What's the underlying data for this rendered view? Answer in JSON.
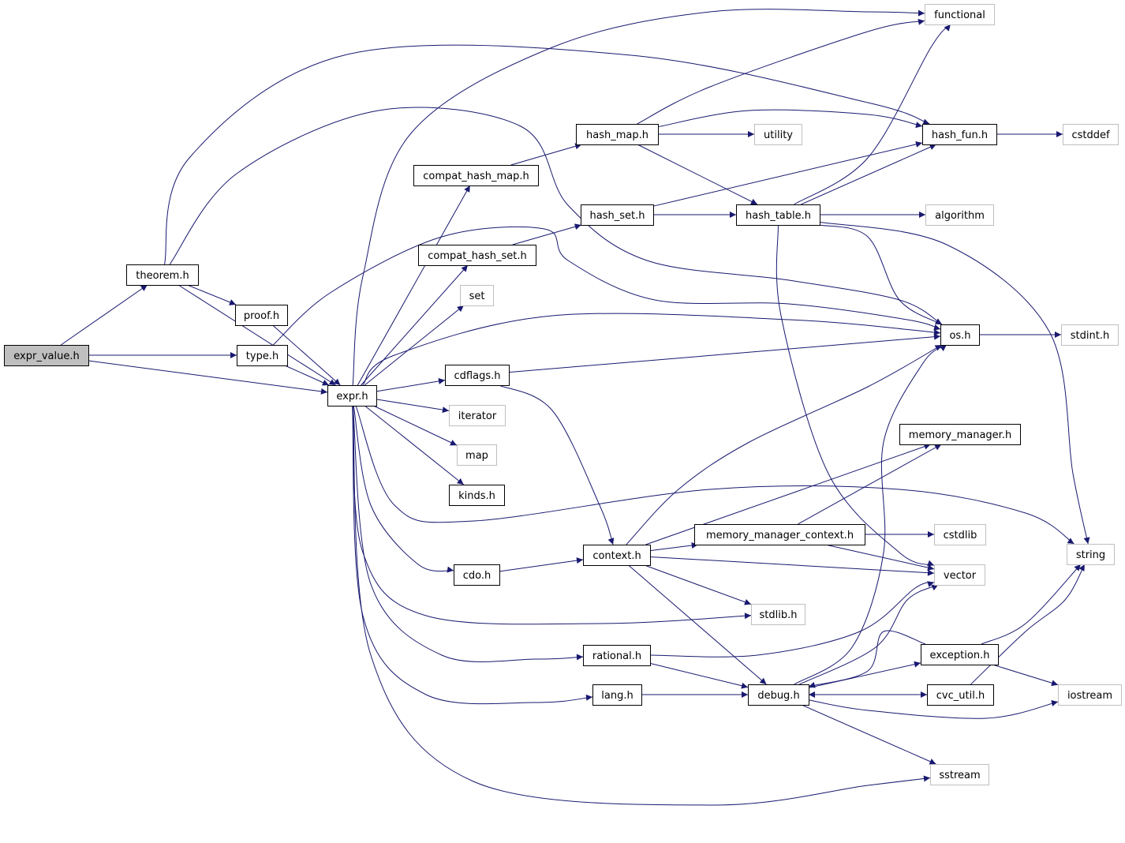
{
  "graph": {
    "type": "include-dependency-graph",
    "colors": {
      "edge": "#191970",
      "documented_border": "#000000",
      "external_border": "#bfbfbf",
      "root_fill": "#bfbfbf",
      "node_fill": "#ffffff"
    },
    "root": "expr_value.h",
    "nodes": [
      {
        "id": "expr_value",
        "label": "expr_value.h",
        "kind": "root"
      },
      {
        "id": "theorem",
        "label": "theorem.h",
        "kind": "documented"
      },
      {
        "id": "proof",
        "label": "proof.h",
        "kind": "documented"
      },
      {
        "id": "type",
        "label": "type.h",
        "kind": "documented"
      },
      {
        "id": "expr",
        "label": "expr.h",
        "kind": "documented"
      },
      {
        "id": "compat_hash_map",
        "label": "compat_hash_map.h",
        "kind": "documented"
      },
      {
        "id": "compat_hash_set",
        "label": "compat_hash_set.h",
        "kind": "documented"
      },
      {
        "id": "set",
        "label": "set",
        "kind": "external"
      },
      {
        "id": "cdflags",
        "label": "cdflags.h",
        "kind": "documented"
      },
      {
        "id": "iterator",
        "label": "iterator",
        "kind": "external"
      },
      {
        "id": "map",
        "label": "map",
        "kind": "external"
      },
      {
        "id": "kinds",
        "label": "kinds.h",
        "kind": "documented"
      },
      {
        "id": "cdo",
        "label": "cdo.h",
        "kind": "documented"
      },
      {
        "id": "context",
        "label": "context.h",
        "kind": "documented"
      },
      {
        "id": "rational",
        "label": "rational.h",
        "kind": "documented"
      },
      {
        "id": "lang",
        "label": "lang.h",
        "kind": "documented"
      },
      {
        "id": "hash_map",
        "label": "hash_map.h",
        "kind": "documented"
      },
      {
        "id": "hash_set",
        "label": "hash_set.h",
        "kind": "documented"
      },
      {
        "id": "utility",
        "label": "utility",
        "kind": "external"
      },
      {
        "id": "hash_table",
        "label": "hash_table.h",
        "kind": "documented"
      },
      {
        "id": "functional",
        "label": "functional",
        "kind": "external"
      },
      {
        "id": "hash_fun",
        "label": "hash_fun.h",
        "kind": "documented"
      },
      {
        "id": "cstddef",
        "label": "cstddef",
        "kind": "external"
      },
      {
        "id": "algorithm",
        "label": "algorithm",
        "kind": "external"
      },
      {
        "id": "os",
        "label": "os.h",
        "kind": "documented"
      },
      {
        "id": "stdint",
        "label": "stdint.h",
        "kind": "external"
      },
      {
        "id": "memory_manager",
        "label": "memory_manager.h",
        "kind": "documented"
      },
      {
        "id": "memory_manager_context",
        "label": "memory_manager_context.h",
        "kind": "documented"
      },
      {
        "id": "cstdlib",
        "label": "cstdlib",
        "kind": "external"
      },
      {
        "id": "string",
        "label": "string",
        "kind": "external"
      },
      {
        "id": "vector",
        "label": "vector",
        "kind": "external"
      },
      {
        "id": "stdlib",
        "label": "stdlib.h",
        "kind": "external"
      },
      {
        "id": "debug",
        "label": "debug.h",
        "kind": "documented"
      },
      {
        "id": "exception",
        "label": "exception.h",
        "kind": "documented"
      },
      {
        "id": "cvc_util",
        "label": "cvc_util.h",
        "kind": "documented"
      },
      {
        "id": "iostream",
        "label": "iostream",
        "kind": "external"
      },
      {
        "id": "sstream",
        "label": "sstream",
        "kind": "external"
      }
    ],
    "edges": [
      {
        "from": "expr_value",
        "to": "theorem"
      },
      {
        "from": "expr_value",
        "to": "type"
      },
      {
        "from": "expr_value",
        "to": "expr"
      },
      {
        "from": "theorem",
        "to": "proof"
      },
      {
        "from": "theorem",
        "to": "expr"
      },
      {
        "from": "theorem",
        "to": "hash_fun"
      },
      {
        "from": "theorem",
        "to": "os"
      },
      {
        "from": "proof",
        "to": "expr"
      },
      {
        "from": "type",
        "to": "expr"
      },
      {
        "from": "type",
        "to": "os"
      },
      {
        "from": "expr",
        "to": "functional"
      },
      {
        "from": "expr",
        "to": "compat_hash_map"
      },
      {
        "from": "expr",
        "to": "compat_hash_set"
      },
      {
        "from": "expr",
        "to": "set"
      },
      {
        "from": "expr",
        "to": "os"
      },
      {
        "from": "expr",
        "to": "cdflags"
      },
      {
        "from": "expr",
        "to": "iterator"
      },
      {
        "from": "expr",
        "to": "map"
      },
      {
        "from": "expr",
        "to": "kinds"
      },
      {
        "from": "expr",
        "to": "string"
      },
      {
        "from": "expr",
        "to": "cdo"
      },
      {
        "from": "expr",
        "to": "stdlib"
      },
      {
        "from": "expr",
        "to": "rational"
      },
      {
        "from": "expr",
        "to": "lang"
      },
      {
        "from": "expr",
        "to": "sstream"
      },
      {
        "from": "compat_hash_map",
        "to": "hash_map"
      },
      {
        "from": "compat_hash_set",
        "to": "hash_set"
      },
      {
        "from": "hash_map",
        "to": "functional"
      },
      {
        "from": "hash_map",
        "to": "hash_fun"
      },
      {
        "from": "hash_map",
        "to": "utility"
      },
      {
        "from": "hash_map",
        "to": "hash_table"
      },
      {
        "from": "hash_set",
        "to": "hash_fun"
      },
      {
        "from": "hash_set",
        "to": "hash_table"
      },
      {
        "from": "hash_table",
        "to": "functional"
      },
      {
        "from": "hash_table",
        "to": "hash_fun"
      },
      {
        "from": "hash_table",
        "to": "algorithm"
      },
      {
        "from": "hash_table",
        "to": "os"
      },
      {
        "from": "hash_table",
        "to": "string"
      },
      {
        "from": "hash_table",
        "to": "vector"
      },
      {
        "from": "hash_fun",
        "to": "cstddef"
      },
      {
        "from": "os",
        "to": "stdint"
      },
      {
        "from": "cdflags",
        "to": "os"
      },
      {
        "from": "cdflags",
        "to": "context"
      },
      {
        "from": "cdo",
        "to": "context"
      },
      {
        "from": "context",
        "to": "os"
      },
      {
        "from": "context",
        "to": "memory_manager"
      },
      {
        "from": "context",
        "to": "memory_manager_context"
      },
      {
        "from": "context",
        "to": "vector"
      },
      {
        "from": "context",
        "to": "stdlib"
      },
      {
        "from": "context",
        "to": "debug"
      },
      {
        "from": "memory_manager_context",
        "to": "memory_manager"
      },
      {
        "from": "memory_manager_context",
        "to": "cstdlib"
      },
      {
        "from": "memory_manager_context",
        "to": "vector"
      },
      {
        "from": "rational",
        "to": "vector"
      },
      {
        "from": "rational",
        "to": "debug"
      },
      {
        "from": "lang",
        "to": "debug"
      },
      {
        "from": "debug",
        "to": "os"
      },
      {
        "from": "debug",
        "to": "vector"
      },
      {
        "from": "debug",
        "to": "exception"
      },
      {
        "from": "debug",
        "to": "cvc_util"
      },
      {
        "from": "debug",
        "to": "iostream"
      },
      {
        "from": "debug",
        "to": "sstream"
      },
      {
        "from": "exception",
        "to": "string"
      },
      {
        "from": "exception",
        "to": "iostream"
      },
      {
        "from": "exception",
        "to": "debug"
      },
      {
        "from": "cvc_util",
        "to": "debug"
      },
      {
        "from": "cvc_util",
        "to": "string"
      }
    ]
  }
}
